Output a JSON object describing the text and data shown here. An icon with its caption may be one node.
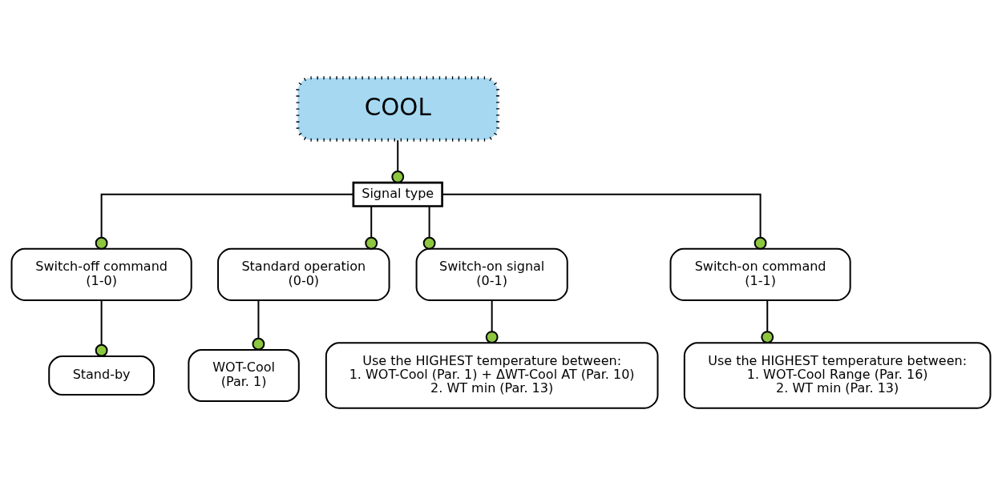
{
  "diagram": {
    "nodes": [
      {
        "text": [
          "COOL"
        ]
      },
      {
        "text": [
          "Signal type"
        ]
      },
      {
        "text": [
          "Switch-off command",
          "(1-0)"
        ]
      },
      {
        "text": [
          "Standard operation",
          "(0-0)"
        ]
      },
      {
        "text": [
          "Switch-on signal",
          "(0-1)"
        ]
      },
      {
        "text": [
          "Switch-on command",
          "(1-1)"
        ]
      },
      {
        "text": [
          "Stand-by"
        ]
      },
      {
        "text": [
          "WOT-Cool",
          "(Par. 1)"
        ]
      },
      {
        "text": [
          "Use the HIGHEST temperature between:",
          "1. WOT-Cool (Par. 1) + ΔWT-Cool AT (Par. 10)",
          "2. WT min (Par. 13)"
        ]
      },
      {
        "text": [
          "Use the HIGHEST temperature between:",
          "1. WOT-Cool Range (Par. 16)",
          "2. WT min (Par. 13)"
        ]
      }
    ],
    "edges": [
      {
        "from": 0,
        "to": 1,
        "arrow": "other"
      },
      {
        "from": 1,
        "to": 2,
        "arrow": "other"
      },
      {
        "from": 1,
        "to": 3,
        "arrow": "other"
      },
      {
        "from": 1,
        "to": 4,
        "arrow": "other"
      },
      {
        "from": 1,
        "to": 5,
        "arrow": "other"
      },
      {
        "from": 2,
        "to": 6,
        "arrow": "other"
      },
      {
        "from": 3,
        "to": 7,
        "arrow": "other"
      },
      {
        "from": 4,
        "to": 8,
        "arrow": "other"
      },
      {
        "from": 5,
        "to": 9,
        "arrow": "other"
      }
    ]
  }
}
